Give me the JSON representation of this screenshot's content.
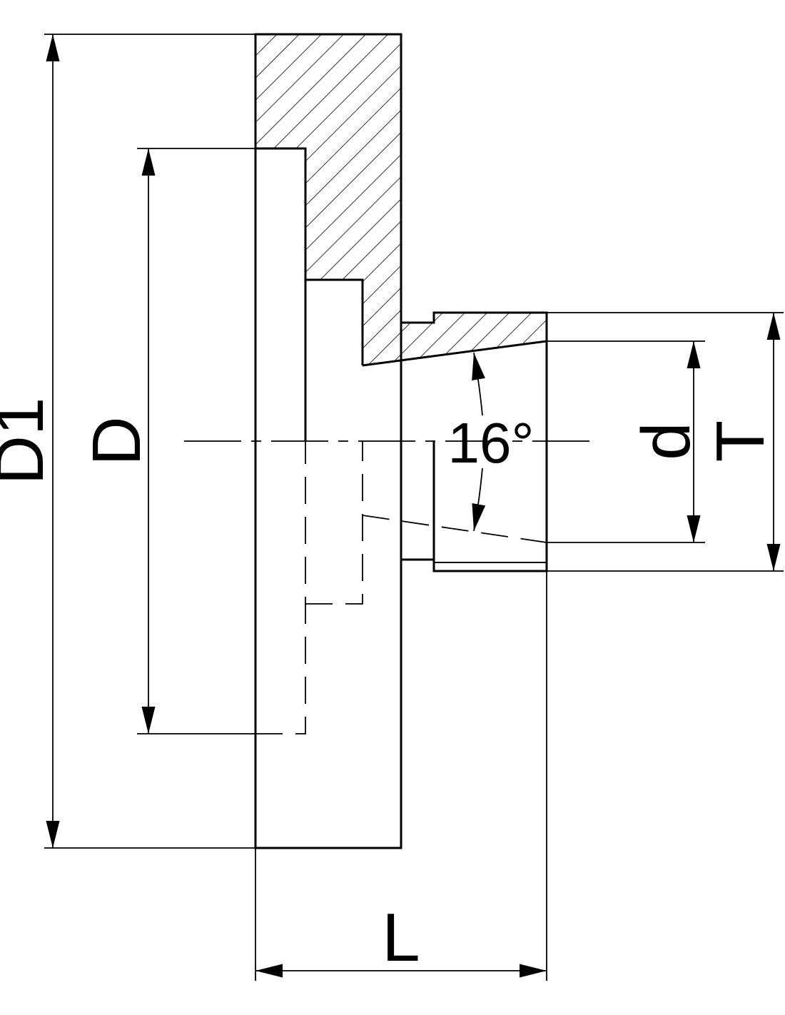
{
  "drawing": {
    "labels": {
      "outer_diameter": "D1",
      "bore_diameter": "D",
      "taper_angle": "16°",
      "inner_diameter": "d",
      "thread": "T",
      "length": "L"
    },
    "colors": {
      "line": "#000000",
      "background": "#ffffff"
    }
  }
}
